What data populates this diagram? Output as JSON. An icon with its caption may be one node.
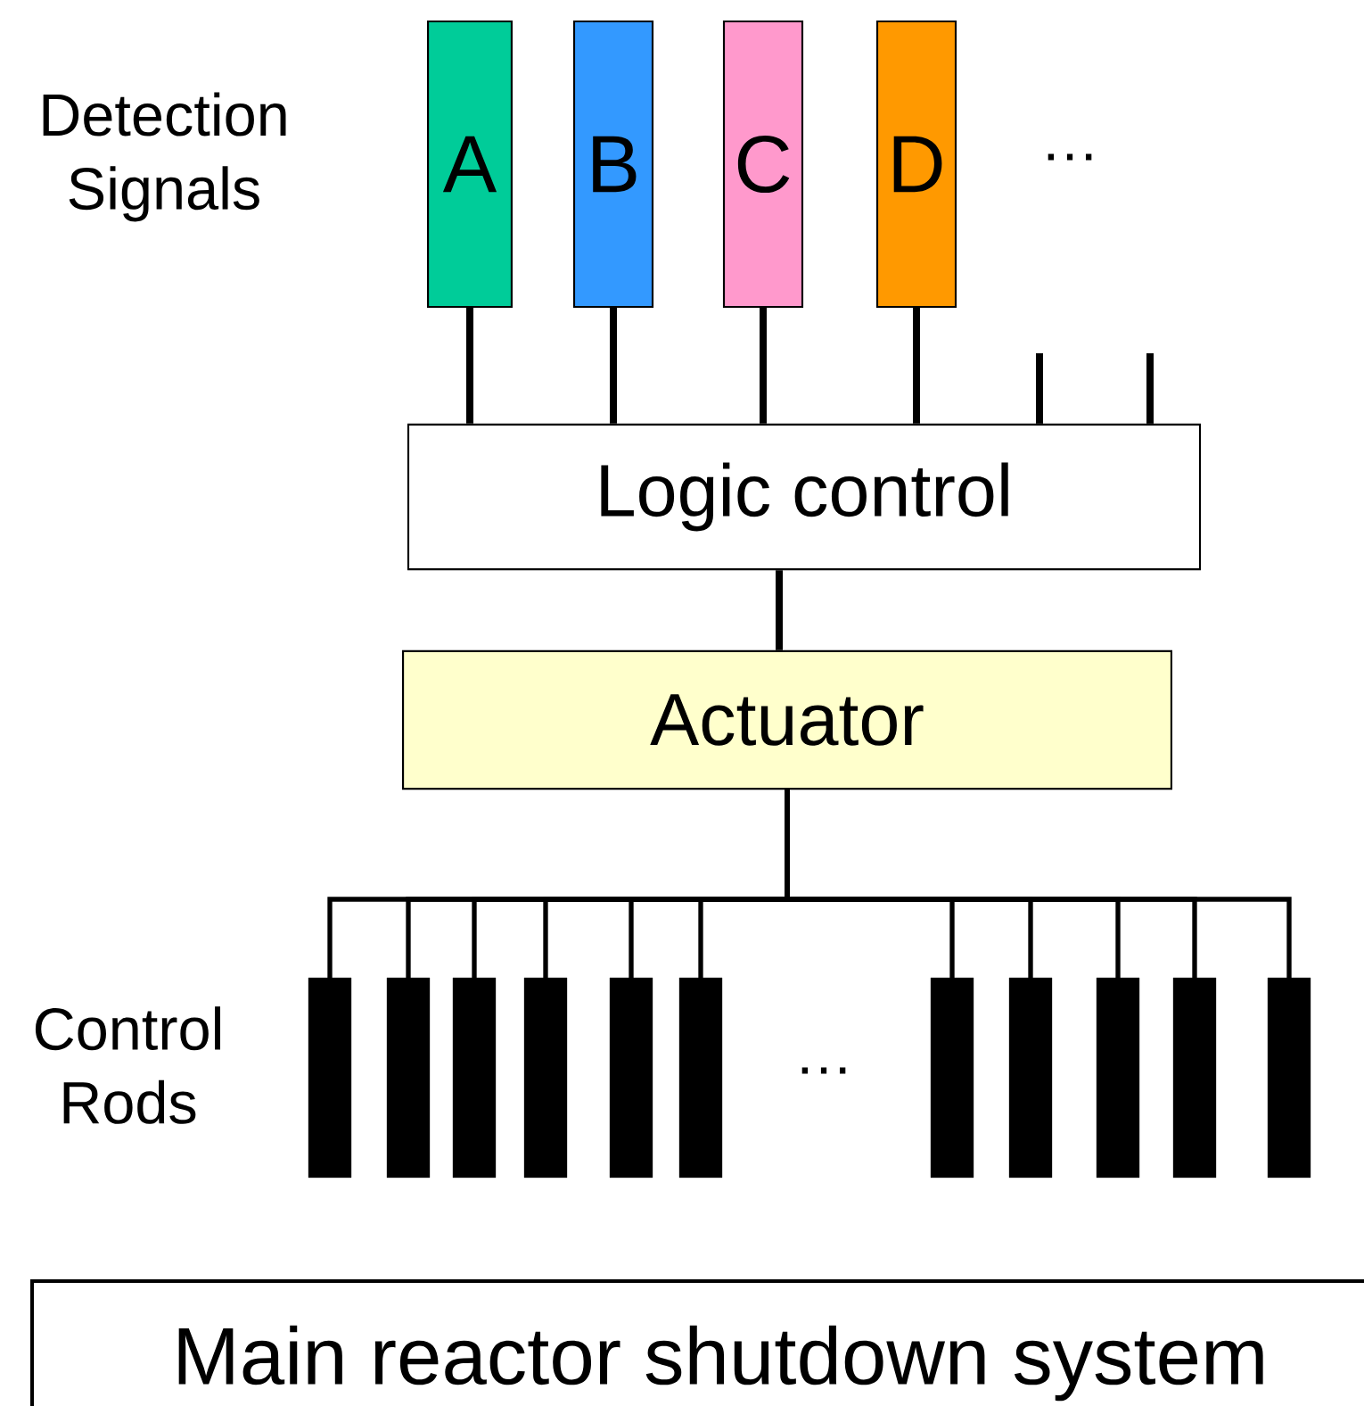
{
  "diagram": {
    "nodes": [
      {
        "text": [
          "A"
        ]
      },
      {
        "text": [
          "B"
        ]
      },
      {
        "text": [
          "C"
        ]
      },
      {
        "text": [
          "D"
        ]
      },
      {
        "text": [
          "Logic control"
        ]
      },
      {
        "text": [
          "Actuator"
        ]
      },
      {
        "text": [],
        "shape": "bar"
      },
      {
        "text": [],
        "shape": "bar"
      },
      {
        "text": [],
        "shape": "bar"
      },
      {
        "text": [],
        "shape": "bar"
      },
      {
        "text": [],
        "shape": "bar"
      },
      {
        "text": [],
        "shape": "bar"
      },
      {
        "text": [],
        "shape": "bar"
      },
      {
        "text": [],
        "shape": "bar"
      },
      {
        "text": [],
        "shape": "bar"
      },
      {
        "text": [],
        "shape": "bar"
      },
      {
        "text": [],
        "shape": "bar"
      },
      {
        "text": [
          "Main reactor shutdown system"
        ]
      }
    ],
    "edges": [
      {
        "from": 0,
        "to": 4,
        "arrow": "none"
      },
      {
        "from": 1,
        "to": 4,
        "arrow": "none"
      },
      {
        "from": 2,
        "to": 4,
        "arrow": "none"
      },
      {
        "from": 3,
        "to": 4,
        "arrow": "none"
      },
      {
        "from": null,
        "to": 4,
        "arrow": "none"
      },
      {
        "from": null,
        "to": 4,
        "arrow": "none"
      },
      {
        "from": 4,
        "to": 5,
        "arrow": "none"
      },
      {
        "from": 5,
        "to": 6,
        "arrow": "none"
      },
      {
        "from": 5,
        "to": 7,
        "arrow": "none"
      },
      {
        "from": 5,
        "to": 8,
        "arrow": "none"
      },
      {
        "from": 5,
        "to": 9,
        "arrow": "none"
      },
      {
        "from": 5,
        "to": 10,
        "arrow": "none"
      },
      {
        "from": 5,
        "to": 11,
        "arrow": "none"
      },
      {
        "from": 5,
        "to": 12,
        "arrow": "none"
      },
      {
        "from": 5,
        "to": 13,
        "arrow": "none"
      },
      {
        "from": 5,
        "to": 14,
        "arrow": "none"
      },
      {
        "from": 5,
        "to": 15,
        "arrow": "none"
      },
      {
        "from": 5,
        "to": 16,
        "arrow": "none"
      }
    ],
    "labels": [
      "Detection Signals",
      "…",
      "Control Rods",
      "…"
    ]
  }
}
